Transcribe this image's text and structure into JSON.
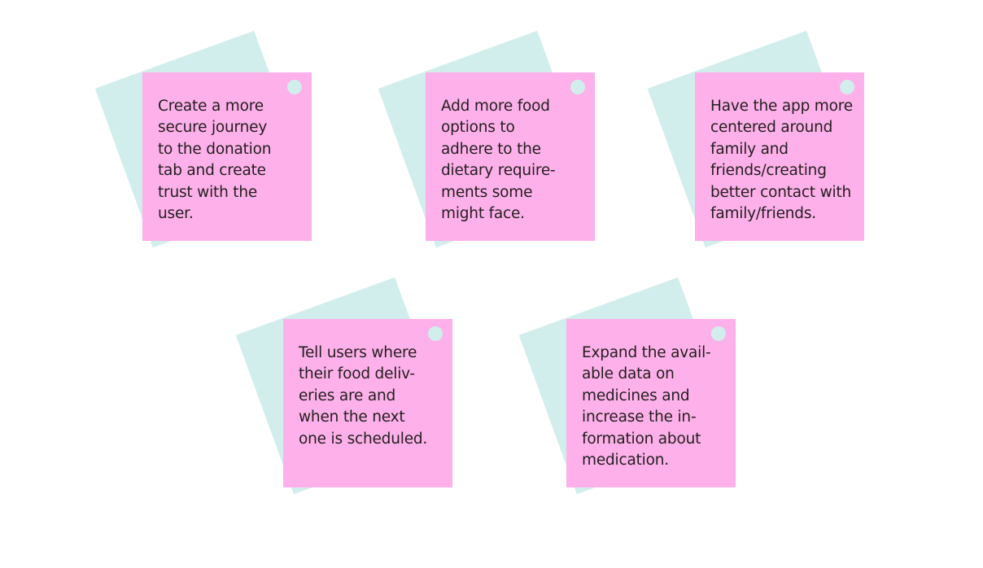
{
  "colors": {
    "background": "#ffffff",
    "note_card": "#fdb0e9",
    "note_shadow": "#d2eeec",
    "pin": "#d2eeec",
    "text": "#231f20"
  },
  "notes": [
    {
      "text": "Create a more\nsecure journey\nto the donation\ntab and create\ntrust with the\nuser."
    },
    {
      "text": "Add more food\noptions to\nadhere to the\ndietary require-\nments some\nmight face."
    },
    {
      "text": "Have the app more\ncentered around\nfamily and\nfriends/creating\nbetter contact with\nfamily/friends."
    },
    {
      "text": "Tell users where\ntheir food deliv-\neries are and\nwhen the next\none is scheduled."
    },
    {
      "text": "Expand the avail-\nable data on\nmedicines and\nincrease the in-\nformation about\nmedication."
    }
  ]
}
